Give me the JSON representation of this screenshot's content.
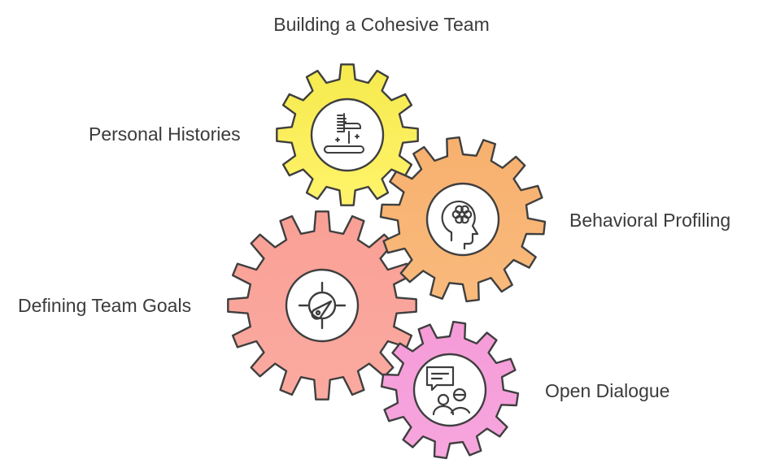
{
  "diagram": {
    "title": "Building a Cohesive Team",
    "gears": [
      {
        "label": "Personal Histories",
        "icon": "document-history-icon",
        "color": "#f5ea4e",
        "color_light": "#fff36a"
      },
      {
        "label": "Behavioral Profiling",
        "icon": "head-flower-icon",
        "color": "#f7b06e",
        "color_light": "#f9ba7c"
      },
      {
        "label": "Defining Team Goals",
        "icon": "target-gauge-icon",
        "color": "#f9a096",
        "color_light": "#fbaaa0"
      },
      {
        "label": "Open Dialogue",
        "icon": "chat-people-icon",
        "color": "#f59bd8",
        "color_light": "#f7a6de"
      }
    ]
  }
}
